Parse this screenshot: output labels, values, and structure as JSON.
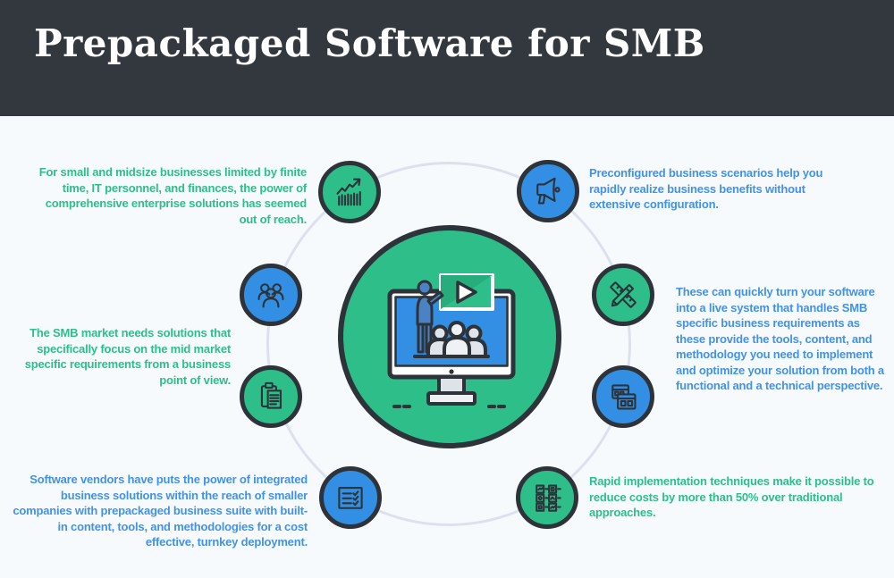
{
  "header": {
    "title": "Prepackaged Software for SMB"
  },
  "palette": {
    "header_bg": "#33383f",
    "background": "#f7fafd",
    "green": "#2dbe8a",
    "blue": "#338fe3",
    "dark_stroke": "#2d3339",
    "ring": "#dde1ee",
    "text_green": "#2dbe8a",
    "text_blue": "#4292e6"
  },
  "texts": {
    "top_left": {
      "text": "For small and midsize businesses limited by finite time, IT personnel, and finances, the power of comprehensive enterprise solutions has seemed out of reach.",
      "color": "green",
      "align": "right"
    },
    "top_right": {
      "text": "Preconfigured business scenarios help you rapidly realize business benefits without extensive configuration.",
      "color": "blue",
      "align": "left"
    },
    "mid_left": {
      "text": "The SMB market needs solutions that specifically focus on the mid market specific requirements from a business point of view.",
      "color": "green",
      "align": "right"
    },
    "mid_right": {
      "text": "These can quickly turn your software into a live system that handles SMB specific business requirements as these provide the tools, content, and methodology you need to implement and optimize your solution from both a functional and a technical perspective.",
      "color": "blue",
      "align": "left"
    },
    "bottom_left": {
      "text": "Software vendors have puts the power of integrated business solutions within the reach of smaller companies with prepackaged business suite with built-in content, tools, and methodologies for a cost effective, turnkey deployment.",
      "color": "blue",
      "align": "right"
    },
    "bottom_right": {
      "text": "Rapid implementation techniques make it possible to reduce costs by more than 50% over traditional approaches.",
      "color": "green",
      "align": "left"
    }
  },
  "icons": [
    {
      "name": "growth-chart-icon",
      "circle_color": "green"
    },
    {
      "name": "megaphone-icon",
      "circle_color": "blue"
    },
    {
      "name": "people-group-icon",
      "circle_color": "blue"
    },
    {
      "name": "clipboard-document-icon",
      "circle_color": "green"
    },
    {
      "name": "ruler-pencil-icon",
      "circle_color": "green"
    },
    {
      "name": "browser-windows-icon",
      "circle_color": "blue"
    },
    {
      "name": "checklist-icon",
      "circle_color": "blue"
    },
    {
      "name": "modules-grid-icon",
      "circle_color": "green"
    }
  ],
  "center": {
    "illustration": "presentation-on-monitor"
  }
}
